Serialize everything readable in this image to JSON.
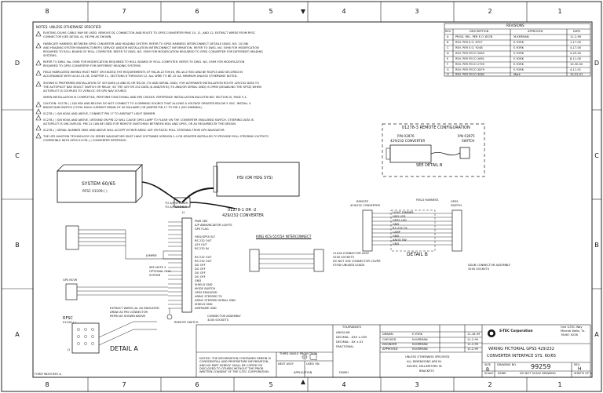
{
  "zones": {
    "top": [
      "8",
      "7",
      "6",
      "5",
      "4",
      "3",
      "2",
      "1"
    ],
    "bottom": [
      "8",
      "7",
      "6",
      "5",
      "4",
      "3",
      "2",
      "1"
    ],
    "left": [
      "D",
      "C",
      "B",
      "A"
    ],
    "right": [
      "D",
      "C",
      "B",
      "A"
    ]
  },
  "notes": {
    "header": "NOTES:  UNLESS OTHERWISE SPECIFIED",
    "items": [
      "EXISTING DG/HS CABLE MAY BE USED. REMOVE DC CONNECTOR AND ROUTE TO GPSS CONVERTER PINS 10, 11, AND 12.  EXTRACT WIRES FROM RFSC",
      "CONNECTOR (SEE DETAIL A). RE-PIN AS SHOWN.",
      "FABRICATE HARNESS BETWEEN GPSS CONVERTER AND HEADING SYSTEM. REFER TO GPSS HARNESS INTERCONNECT DETAILS (DWG. NO. 10136)",
      "AND HEADING SYSTEM MANUFACTURER'S SERVICE AND/OR INSTALLATION INTERCONNECT INFORMATION. REFER TO DWG. NO. 0598 FOR MODIFICATION",
      "REQUIRED TO ROLL BOARD OF ROLL COMPUTER. REFER TO DWG. NO. 0599 FOR MODIFICATION REQUIRED TO GPSS CONVERTER FOR DIFFERENT HEADING",
      "SYSTEMS.",
      "REFER TO DWG. No. 0598 FOR MODIFICATION REQUIRED TO ROLL BOARD OF ROLL COMPUTER.  REFER TO DWG. NO. 0599 FOR MODIFICATION",
      "REQUIRED TO GPSS CONVERTER FOR DIFFERENT HEADING SYSTEMS.",
      "FIELD FABRICATED WIRING MUST MEET OR EXCEED THE REQUIREMENTS OF MIL-W-22759/16, MIL-W-27500 AND BE RG/FS3 AND SECURED IN",
      "ACCORDANCE WITH AC43.13-1B, CHAPTER 11, SECTIONS 8 THROUGH 12.  ALL WIRE TO BE 22 GA. MINIMUM UNLESS OTHERWISE NOTED.",
      "SHOWN IS PREFERRED INSTALLATION OF 429 DATA (A AND B) OR RS232 (TX AND SERIAL GND). FOR ALTERNATE INSTALLATION ROUTE 429/232 DATA TO",
      "THE AUTOPILOT NAV SELECT SWITCH OR RELAY, SO THE 429 OR 232 DATA (A AND/OR B) (TX AND/OR SERIAL GND) IS OPEN (DISABLING THE GPSS) WHEN",
      "AUTOPILOT IS COUPLED TO VOR/LOC OR GPS NAV SOURCE.",
      "WHEN INSTALLATION IS COMPLETED, PERFORM FUNCTIONAL AND EMI CHECKS. REFERENCE INSTALLATION BULLETIN 801 SECTION VI, PAGE 5-1.",
      "CAUTION: 01278-( ) S/N 508 AND BELOW: DO NOT CONNECT TO A DIMMING SOURCE THAT ALLOWS A VOLTAGE GREATER BELOW 5 VDC. INSTALL 4",
      "BRIGHT/DIM  SWITCH (TOTAL BULB CURRENT DRAIN OF 40 MILLIAMP) OR JUMPER PIN 17 TO PIN 1 (NO DIMMING).",
      "01278-( ) S/N 600A AND ABOVE, CONNECT PIN 17 TO AIRCRAFT LIGHT DIMMER.",
      "01278-( ) S/N 600A AND ABOVE, GROUND ON PIN 22 WILL CAUSE GPSS LAMP TO FLASH ON THE CONVERTER ENGLOBED SWITCH.  STEERING DATA IS",
      "AUTOPILOT IS UNCOUPLED.  PIN 21 CAN BE USED FOR REMOTE SWITCHING BETWEEN HDG AND GPSS, OR AS REQUIRED BY THE DESIGN.",
      "01278-( ) SERIAL NUMBER 0600 AND ABOVE WILL ACCEPT EITHER ARINC 429 OR RS232 ROLL STEERING FROM GPS NAVIGATOR.",
      "THE UPS AVIATION TECHNOLOGY GX SERIES NAVIGATORS MUST HAVE SOFTWARE VERSION 2.4 OR GREATER INSTALLED TO PROVIDE ROLL STEERING OUTPUTS",
      "COMPATIBLE WITH GPSS 01278-( ) CONVERTER INTERFACE."
    ]
  },
  "revisions": {
    "title": "REVISIONS",
    "headers": [
      "REV",
      "DESCRIPTION",
      "APPROVED",
      "DATE"
    ],
    "rows": [
      [
        "A",
        "PROD. REL. PER E.O. 8578",
        "M.KERMAN",
        "11-2-99"
      ],
      [
        "B",
        "REV. PER E.O. 8707",
        "E.YORK",
        "1-17-00"
      ],
      [
        "C",
        "REV. PER E.O. 9248",
        "E.YORK",
        "4-17-00"
      ],
      [
        "D",
        "REV. PER FECO 2645",
        "E.YORK",
        "5-25-00"
      ],
      [
        "E",
        "REV. PER FECO 2691",
        "E.YORK",
        "8-11-00"
      ],
      [
        "F",
        "REV. PER FECO 2759",
        "E.YORK",
        "10-30-00"
      ],
      [
        "G",
        "REV. PER FECO 2879",
        "E.YORK",
        "4-11-01"
      ],
      [
        "H",
        "REV. PER FECO 3062",
        "Mark",
        "10-31-01"
      ]
    ]
  },
  "remote_config": {
    "title": "01278-3 REMOTE CONFIGURATION",
    "converter_pn": "P/N 03976",
    "converter_label": "429/232 CONVERTER",
    "switch_pn": "P/N 03975",
    "switch_label": "SWITCH",
    "see_detail": "SEE DETAIL B"
  },
  "main": {
    "hsi_label": "HSI (OR HDG SYS)",
    "system_label": "SYSTEM 60/65",
    "rfsc_label": "RFSC 01109-( )",
    "converter_label": "01278-1 OR -2",
    "converter_sub": "429/232 CONVERTER",
    "converter_j1": "J1",
    "to_speaker": "TO A/P SPEAKER",
    "to_dimmer": "TO A/P DIMMER",
    "jumper": "JUMPER",
    "see_note": "SEE NOTE 2",
    "optional_hdg": "OPTIONAL HDG",
    "system": "SYSTEM",
    "gps_receiver": "GPS RCVR",
    "remote_sw": "REMOTE SWITCH",
    "extract_wires": "EXTRACT WIRES (AL AS INDICATED",
    "extract_wires2": "DRAW AS PIN CONNECTOR",
    "extract_wires3": "REPIN AS SHOWN ABOVE",
    "arinc_title": "KING KCS-55/55A INTERCONNECT",
    "connector_assy": "CONNECTOR ASSEMBLY",
    "socket": "3200 SOCKETS",
    "pins": [
      "PWR 28V",
      "A/P ANNUNCIATOR LIGHTS",
      "GPS FLAG",
      "",
      "HDG/GPSS SLT",
      "RS 232 OUT",
      "429 OUT",
      "RS 232 IN",
      "",
      "RS 232 OUT",
      "RS 232 OUT",
      "DG OFF",
      "DG OFF",
      "DG OFF",
      "DG OFF",
      "GND",
      "SHIELD GND",
      "MODE SWITCH",
      "GPSS ENGAGED",
      "ARINC STEERED TX",
      "ARINC STEERED SERIAL GND",
      "SHIELD GND",
      "AIRFRAME GND"
    ]
  },
  "detail_a": {
    "label": "DETAIL A",
    "rfsc": "RFSC",
    "rfsc_sub": "01109-( )",
    "j1": "J1"
  },
  "detail_b": {
    "label": "DETAIL B",
    "remote_conv": "REMOTE",
    "remote_conv2": "429/232 CONVERTER",
    "field_harness": "FIELD HARNESS",
    "gpss_switch": "GPSS",
    "gpss_switch2": "SWITCH",
    "wires": [
      "LIGHT DIMMER",
      "HDG LED",
      "GPSS LED",
      "GND",
      "RS 232 TX",
      "LAMP",
      "GND",
      "ANOD SW",
      "GND"
    ],
    "cable_note": "21X18 CONNECTOR ASSY",
    "cable_note2": "3200 SOCKETS",
    "cable_note3": "DO NOT USE CONNECTOR COVER",
    "cable_note4": "STOW UNUSED LEADS",
    "dsub": "DSUB CONNECTOR ASSEMBLY",
    "dsub2": "3200 SOCKETS"
  },
  "title_block": {
    "company": "S-TEC Corporation",
    "address1": "One S-TEC Way",
    "address2": "Mineral Wells, Tx.",
    "address3": "76067-9236",
    "title1": "WIRING PICTORIAL GPSS 429/232",
    "title2": "CONVERTER INTERFACE SYS. 60/65",
    "size_label": "SIZE",
    "size": "B",
    "dwg_label": "DRAWING NO.",
    "dwg_no": "99259",
    "rev_label": "REV.",
    "rev": "H",
    "scale_label": "SCALE",
    "scale": "NONE",
    "sheet_label": "SHEET",
    "sheet": "1 OF 1",
    "do_not_scale": "DO NOT SCALE DRAWING",
    "tolerances": "TOLERANCES",
    "tol_lines": [
      "ANGULAR",
      "DECIMAL: .XXX  ±.005",
      "DECIMAL: .XX   ±.01",
      "FRACTIONAL"
    ],
    "approvals": [
      [
        "DRAWN",
        "E.YORK",
        "11-18-99"
      ],
      [
        "CHECKED",
        "M.KERMAN",
        "11-2-99"
      ],
      [
        "ENGINEER",
        "M.KERMAN",
        "11-2-99"
      ],
      [
        "APPROVED",
        "M.KERMAN",
        "11-2-99"
      ]
    ],
    "unless": "UNLESS OTHERWISE SPECIFIED",
    "dims1": "ALL DIMENSIONS ARE IN",
    "dims2": "INCHES, MILLIMETERS IN",
    "dims3": "BRACKETS",
    "notice": "NOTICE: THE INFORMATION CONTAINED HEREIN IS CONFIDENTIAL AND PROPRIETARY INFORMATION, AND NO PART HEREOF SHALL BE COPIED OR DISCLOSED TO OTHERS WITHOUT THE PRIOR WRITTEN CONSENT OF THE S-TEC CORPORATION.",
    "third_angle": "THIRD ANGLE PROJECTION",
    "next_assy": "NEXT ASSY",
    "used_on": "USED ON",
    "application": "APPLICATION",
    "finish": "FINISH",
    "form": "FORM 9829I REV A"
  }
}
